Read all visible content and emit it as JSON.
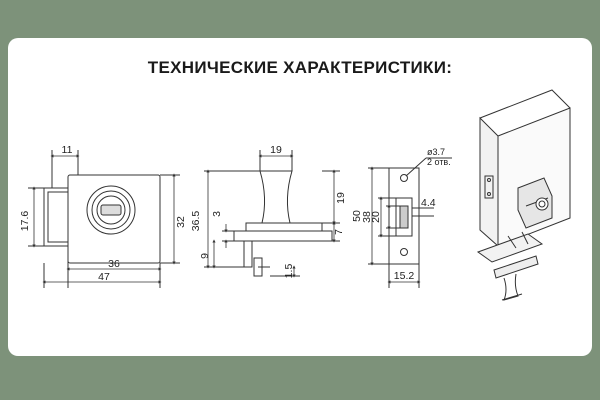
{
  "title": "ТЕХНИЧЕСКИЕ ХАРАКТЕРИСТИКИ:",
  "colors": {
    "frame": "#7d927a",
    "card": "#ffffff",
    "line": "#333333",
    "ink": "#222222"
  },
  "front_view": {
    "dim_top": "11",
    "dim_left": "17.6",
    "dim_right": "32",
    "dim_bottom_inner": "36",
    "dim_bottom_outer": "47"
  },
  "side_view": {
    "dim_top": "19",
    "dim_height_total": "36.5",
    "dim_3": "3",
    "dim_9": "9",
    "dim_19": "19",
    "dim_7": "7",
    "dim_1_5": "1.5"
  },
  "strike_plate": {
    "dim_hole": "ø3.7",
    "hole_note": "2 отв.",
    "dim_50": "50",
    "dim_38": "38",
    "dim_20": "20",
    "dim_4_4": "4.4",
    "dim_15_2": "15.2"
  },
  "icons": [
    "lock-front-view-icon",
    "lock-side-view-icon",
    "strike-plate-icon",
    "isometric-mount-icon"
  ]
}
